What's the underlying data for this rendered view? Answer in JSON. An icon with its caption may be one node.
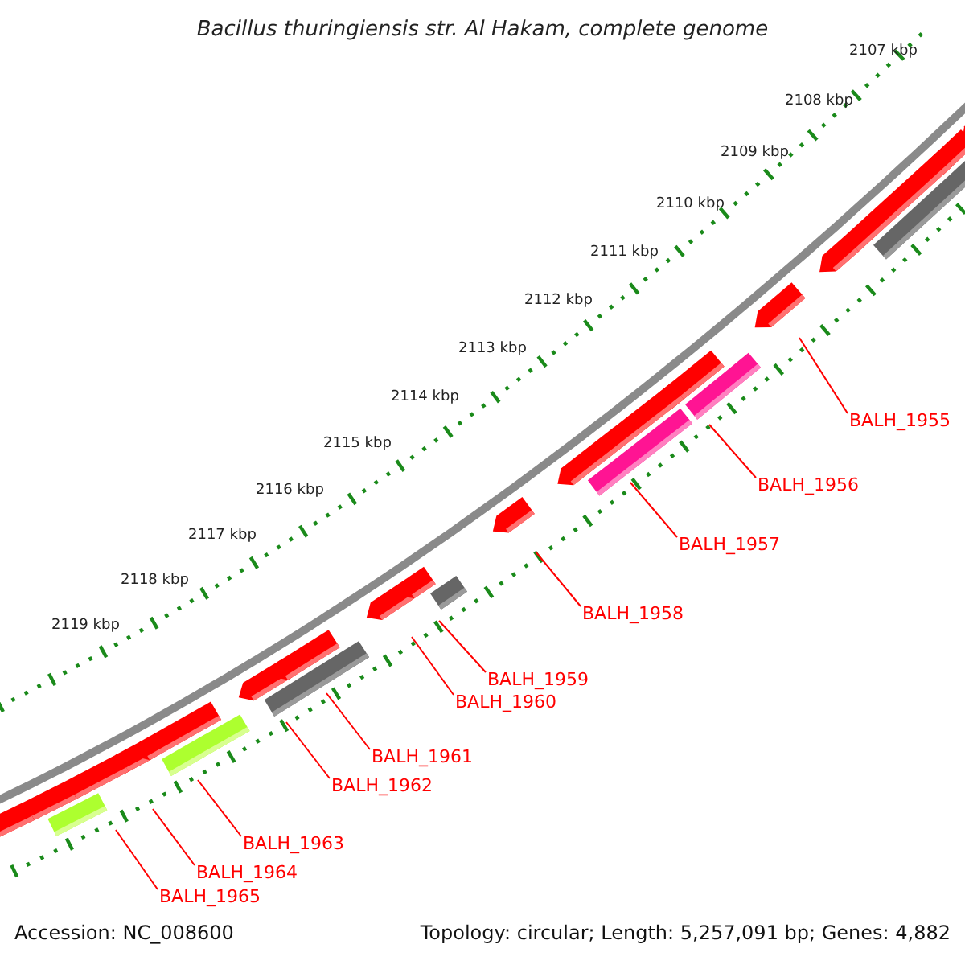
{
  "diagram": {
    "title": "Bacillus thuringiensis str. Al Hakam, complete genome",
    "nodes": [
      {
        "text": [
          "BALH_1955"
        ]
      },
      {
        "text": [
          "BALH_1956"
        ]
      },
      {
        "text": [
          "BALH_1957"
        ]
      },
      {
        "text": [
          "BALH_1958"
        ]
      },
      {
        "text": [
          "BALH_1959"
        ]
      },
      {
        "text": [
          "BALH_1960"
        ]
      },
      {
        "text": [
          "BALH_1961"
        ]
      },
      {
        "text": [
          "BALH_1962"
        ]
      },
      {
        "text": [
          "BALH_1963"
        ]
      },
      {
        "text": [
          "BALH_1964"
        ]
      },
      {
        "text": [
          "BALH_1965"
        ]
      }
    ],
    "edges": [
      {
        "from": 0,
        "to": null,
        "arrow": "none"
      },
      {
        "from": 1,
        "to": null,
        "arrow": "none"
      },
      {
        "from": 2,
        "to": null,
        "arrow": "none"
      },
      {
        "from": 3,
        "to": null,
        "arrow": "none"
      },
      {
        "from": 4,
        "to": null,
        "arrow": "none"
      },
      {
        "from": 5,
        "to": null,
        "arrow": "none"
      },
      {
        "from": 6,
        "to": null,
        "arrow": "none"
      },
      {
        "from": 7,
        "to": null,
        "arrow": "none"
      },
      {
        "from": 8,
        "to": null,
        "arrow": "none"
      },
      {
        "from": 9,
        "to": null,
        "arrow": "none"
      },
      {
        "from": 10,
        "to": null,
        "arrow": "none"
      }
    ],
    "labels": [
      "2107 kbp",
      "2108 kbp",
      "2109 kbp",
      "2110 kbp",
      "2111 kbp",
      "2112 kbp",
      "2113 kbp",
      "2114 kbp",
      "2115 kbp",
      "2116 kbp",
      "2117 kbp",
      "2118 kbp",
      "2119 kbp",
      "Accession: NC_008600",
      "Topology: circular; Length: 5,257,091 bp; Genes: 4,882"
    ]
  }
}
